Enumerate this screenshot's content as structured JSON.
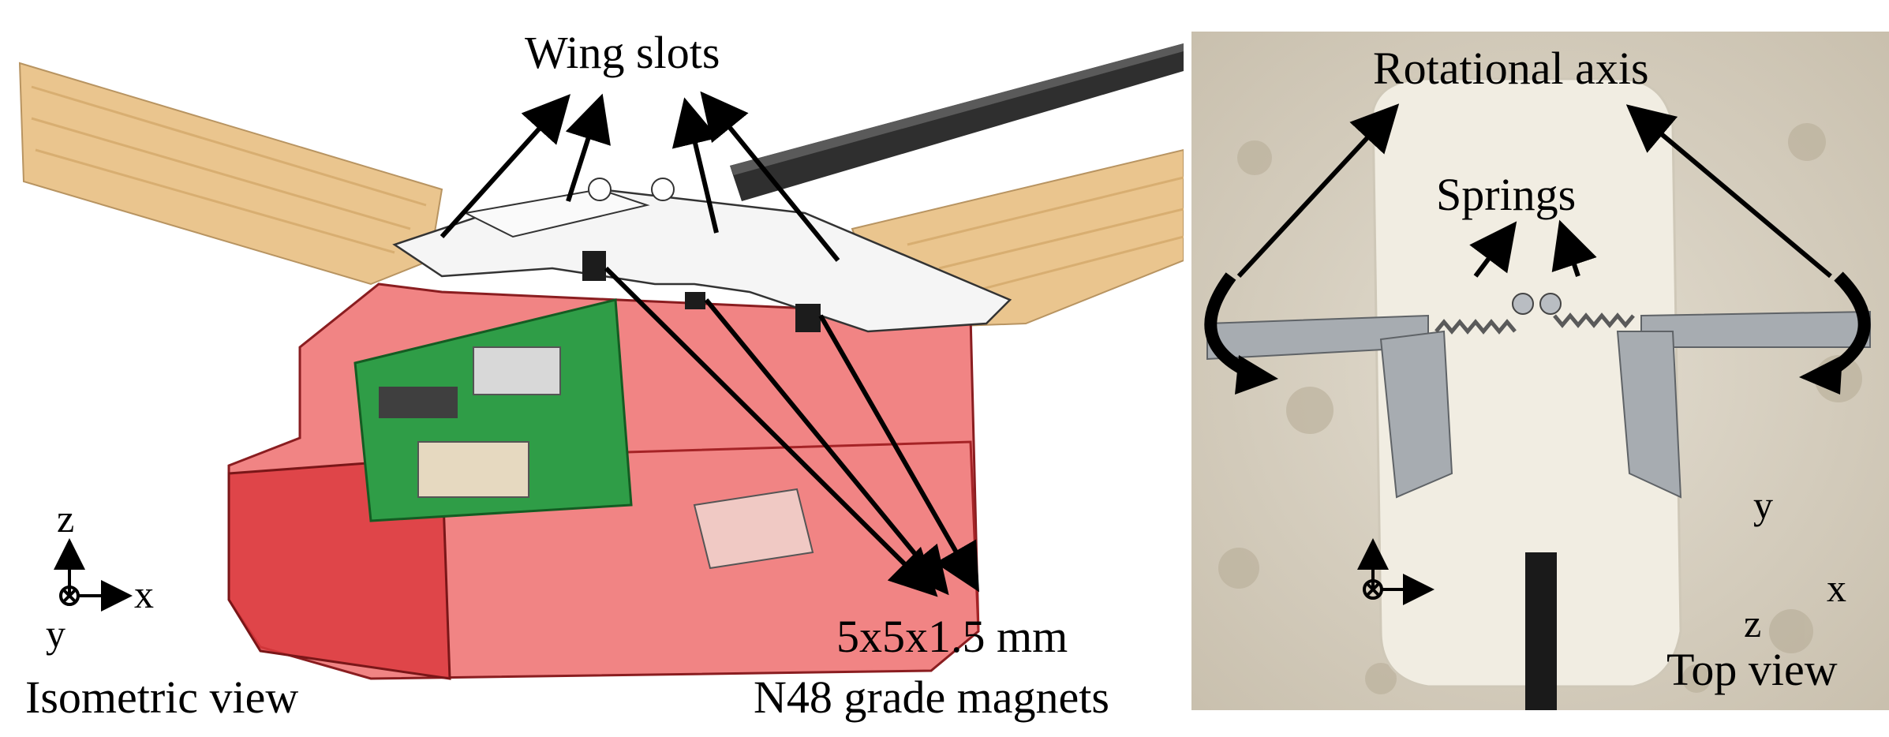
{
  "left": {
    "wing_slots_label": "Wing slots",
    "magnets_label_line1": "5x5x1.5 mm",
    "magnets_label_line2": "N48 grade magnets",
    "view_label": "Isometric view",
    "axes": {
      "z": "z",
      "x": "x",
      "y": "y"
    }
  },
  "right": {
    "rotational_axis_label": "Rotational axis",
    "springs_label": "Springs",
    "view_label": "Top view",
    "axes": {
      "y": "y",
      "x": "x",
      "z": "z"
    }
  },
  "colors": {
    "wood": "#e9c38a",
    "red_housing": "#e8474a",
    "pcb_green": "#2e9b45",
    "carbon": "#3a3a3a",
    "granite": "#d9d2c4",
    "mount_white": "#f2efe6",
    "metal": "#9ea3a8"
  }
}
